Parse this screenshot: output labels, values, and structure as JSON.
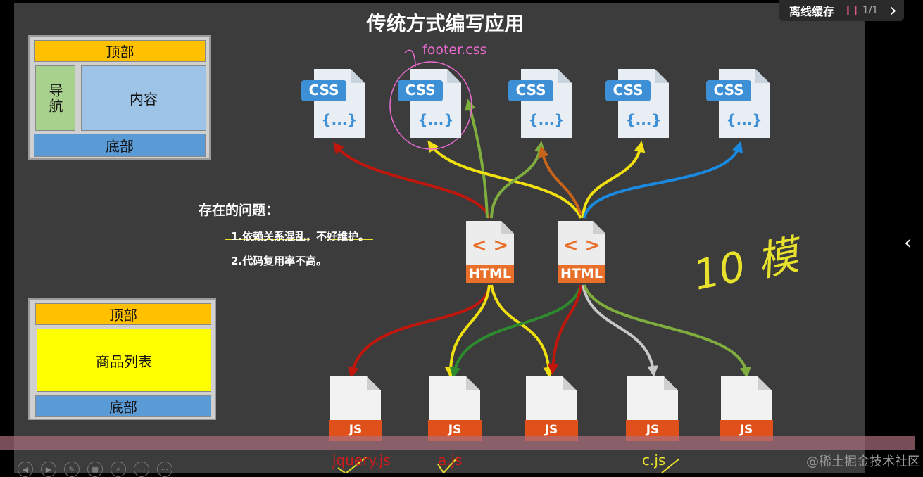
{
  "slide": {
    "title": "传统方式编写应用",
    "footer_css_label": "footer.css",
    "css_files": [
      {
        "label": "CSS",
        "body": "{...}"
      },
      {
        "label": "CSS",
        "body": "{...}"
      },
      {
        "label": "CSS",
        "body": "{...}"
      },
      {
        "label": "CSS",
        "body": "{...}"
      },
      {
        "label": "CSS",
        "body": "{...}"
      }
    ],
    "html_files": [
      {
        "label": "HTML",
        "glyph": "< >"
      },
      {
        "label": "HTML",
        "glyph": "< >"
      }
    ],
    "js_files": [
      {
        "label": "JS"
      },
      {
        "label": "JS"
      },
      {
        "label": "JS"
      },
      {
        "label": "JS"
      },
      {
        "label": "JS"
      }
    ],
    "js_names": {
      "first": "jquery.js",
      "second": "a.js",
      "fourth": "c.js"
    },
    "layout1": {
      "top": "顶部",
      "nav": "导航",
      "content": "内容",
      "bottom": "底部"
    },
    "layout2": {
      "top": "顶部",
      "list": "商品列表",
      "bottom": "底部"
    },
    "problems": {
      "heading": "存在的问题：",
      "items": [
        "1.依赖关系混乱，不好维护。",
        "2.代码复用率不高。"
      ]
    },
    "handwriting": "10 模",
    "colors": {
      "top": "#ffc000",
      "nav": "#a9d18e",
      "content": "#9dc3e6",
      "bottom": "#5b9bd5",
      "list": "#ffff00",
      "css_blue": "#3d8fd6",
      "html_orange": "#e8702a",
      "js_orange": "#e0501a"
    }
  },
  "overlay": {
    "label": "离线缓存",
    "page": "1/1",
    "next": "›"
  },
  "player": {
    "prev_slide": "‹",
    "tools": [
      "◀",
      "▶",
      "✎",
      "▦",
      "⌕",
      "▭",
      "···"
    ]
  },
  "watermark": "@稀土掘金技术社区"
}
